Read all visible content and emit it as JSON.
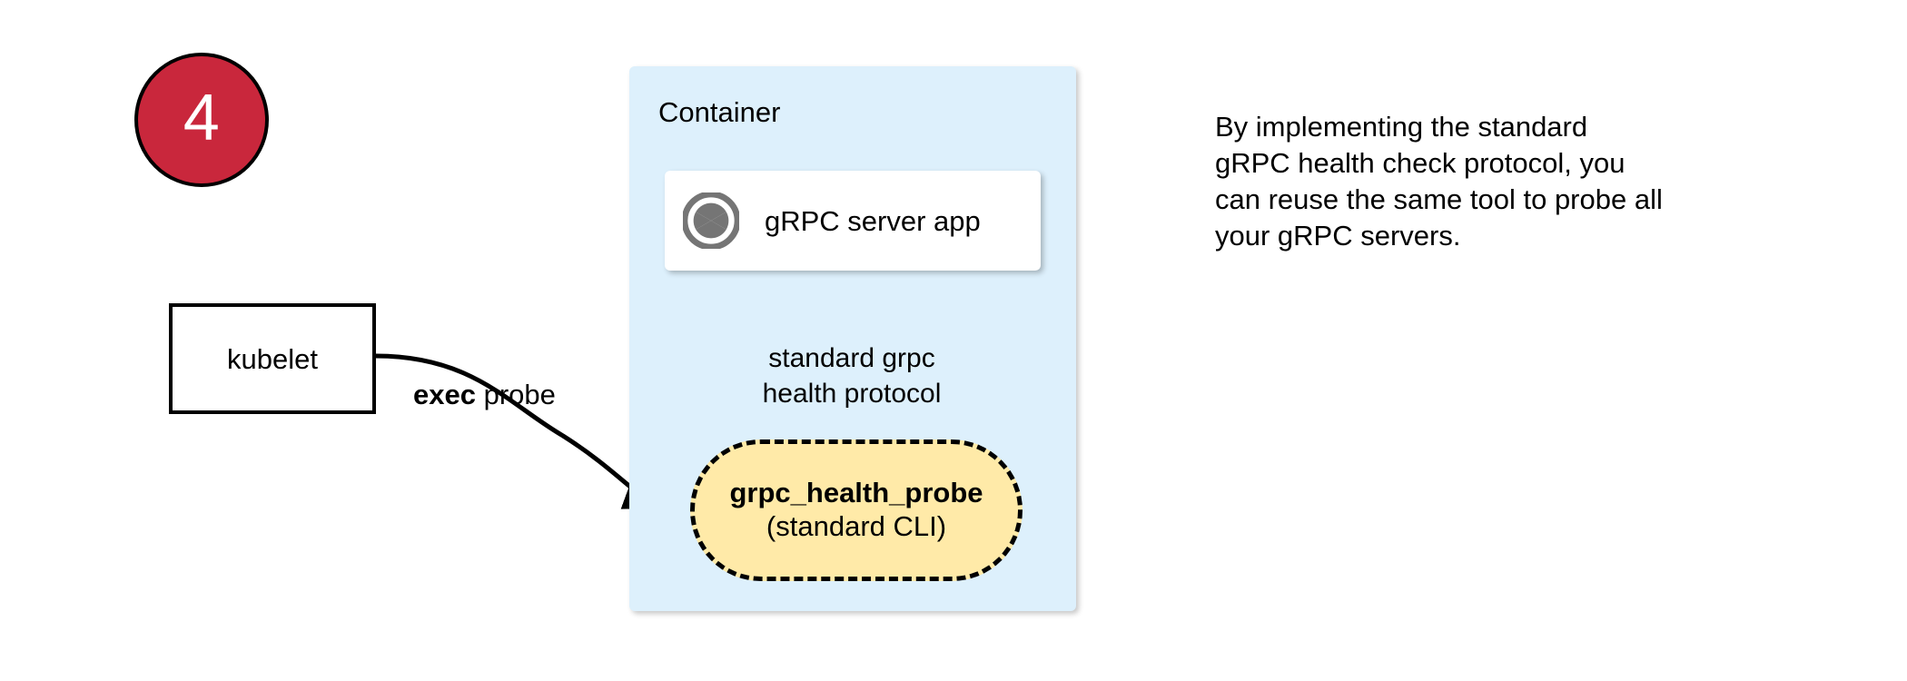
{
  "step": {
    "number": "4"
  },
  "kubelet": {
    "label": "kubelet"
  },
  "edges": {
    "exec_probe": {
      "bold_text": "exec",
      "rest_text": " probe"
    },
    "protocol": {
      "line1": "standard grpc",
      "line2": "health protocol"
    }
  },
  "container": {
    "title": "Container",
    "server_card": {
      "icon": "aperture-icon",
      "label": "gRPC server app"
    },
    "probe": {
      "title": "grpc_health_probe",
      "subtitle": "(standard CLI)"
    }
  },
  "note": {
    "line1": "By implementing the standard",
    "line2": "gRPC health check protocol, you",
    "line3": "can reuse the same tool to probe all",
    "line4": "your gRPC servers."
  },
  "colors": {
    "badge_fill": "#c9273c",
    "badge_text": "#ffffff",
    "container_fill": "#ddf0fc",
    "probe_fill": "#ffeaa8",
    "icon_gray": "#757575",
    "stroke": "#000000"
  }
}
